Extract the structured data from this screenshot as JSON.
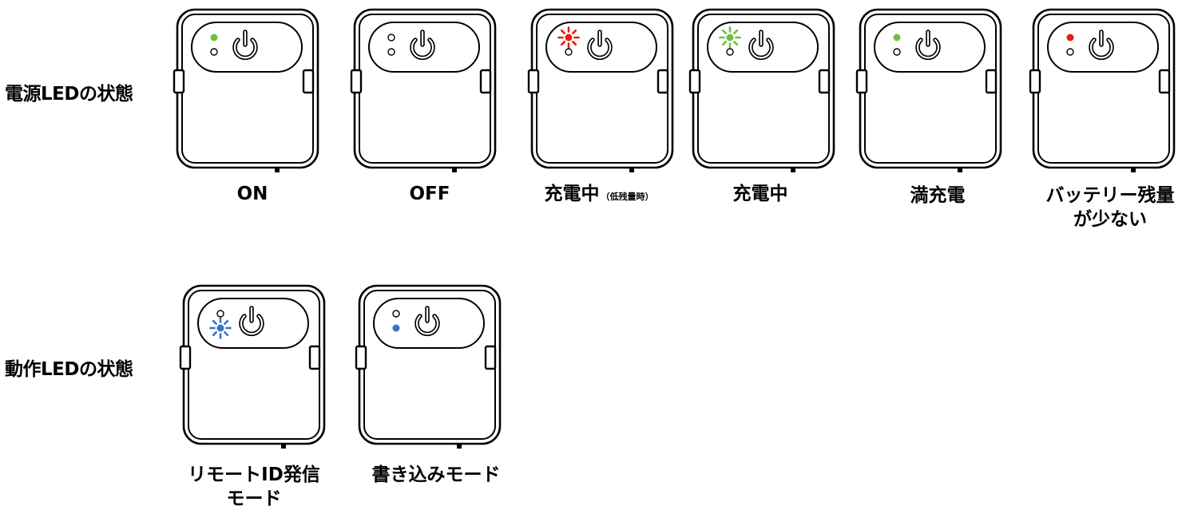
{
  "rows": [
    {
      "label": "電源LEDの状態",
      "states": [
        {
          "caption": "ON",
          "caption_sub": "",
          "upper_led": "on",
          "lower_led": "off",
          "color": "#6fbf3a"
        },
        {
          "caption": "OFF",
          "caption_sub": "",
          "upper_led": "off",
          "lower_led": "off",
          "color": "#000000"
        },
        {
          "caption": "充電中",
          "caption_sub": "（低残量時）",
          "upper_led": "blinking",
          "lower_led": "off",
          "color": "#e02010"
        },
        {
          "caption": "充電中",
          "caption_sub": "",
          "upper_led": "blinking",
          "lower_led": "off",
          "color": "#6fbf3a"
        },
        {
          "caption": "満充電",
          "caption_sub": "",
          "upper_led": "on",
          "lower_led": "off",
          "color": "#6fbf3a"
        },
        {
          "caption": "バッテリー残量",
          "caption_line2": "が少ない",
          "caption_sub": "",
          "upper_led": "on",
          "lower_led": "off",
          "color": "#e02010"
        }
      ]
    },
    {
      "label": "動作LEDの状態",
      "states": [
        {
          "caption": "リモートID発信",
          "caption_line2": "モード",
          "caption_sub": "",
          "upper_led": "off",
          "lower_led": "blinking",
          "color": "#3a72c8"
        },
        {
          "caption": "書き込みモード",
          "caption_sub": "",
          "upper_led": "off",
          "lower_led": "on",
          "color": "#3a72c8"
        }
      ]
    }
  ],
  "icons": {
    "power": "power-icon",
    "led": "led-indicator-icon"
  }
}
